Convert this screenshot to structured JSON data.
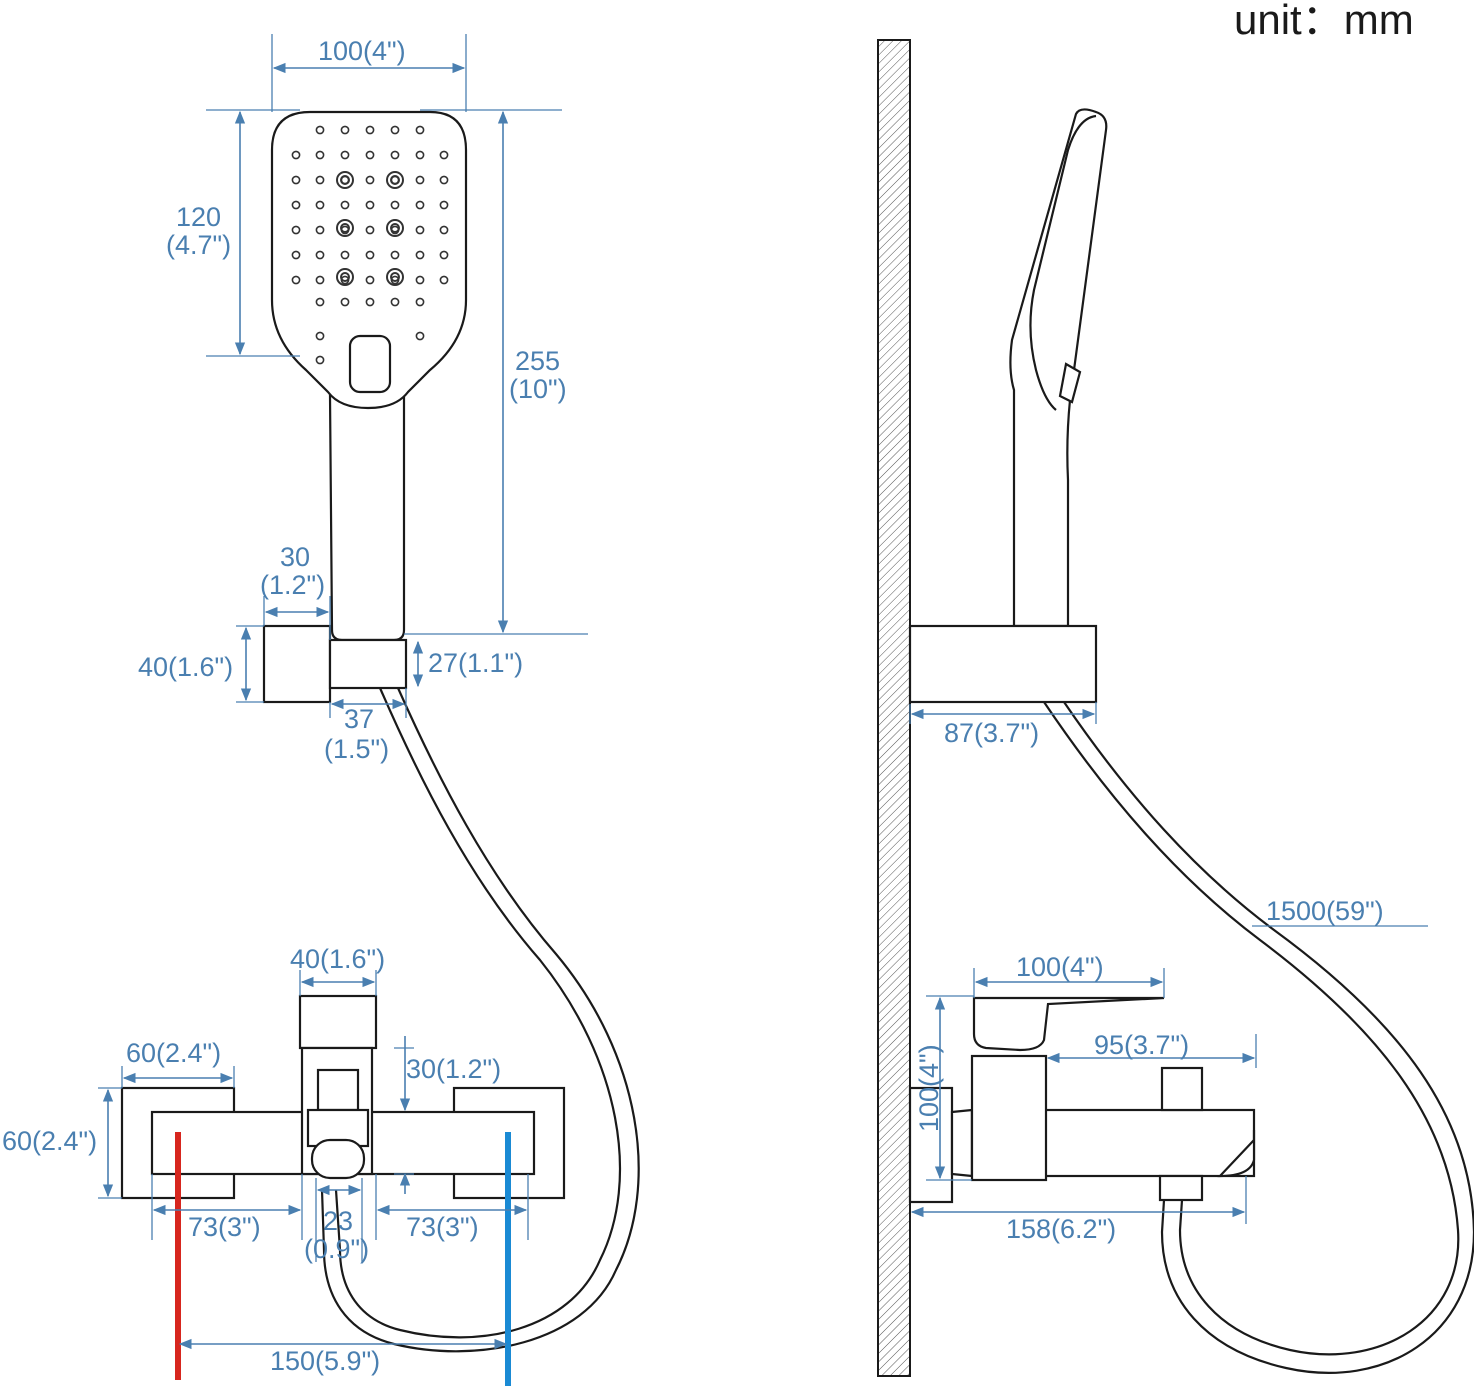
{
  "unit_label": "unit：mm",
  "front_view": {
    "head_width": "100(4\")",
    "head_height_mm": "120",
    "head_height_in": "(4.7\")",
    "total_height_mm": "255",
    "total_height_in": "(10\")",
    "holder_width_mm": "30",
    "holder_width_in": "(1.2\")",
    "holder_height": "40(1.6\")",
    "holder_inner_height": "27(1.1\")",
    "holder_offset_mm": "37",
    "holder_offset_in": "(1.5\")",
    "diverter_width": "40(1.6\")",
    "body_end_width": "60(2.4\")",
    "body_end_height": "60(2.4\")",
    "diverter_height": "30(1.2\")",
    "left_span": "73(3\")",
    "center_width_mm": "23",
    "center_width_in": "(0.9\")",
    "right_span": "73(3\")",
    "inlet_spacing": "150(5.9\")"
  },
  "side_view": {
    "holder_depth": "87(3.7\")",
    "hose_length": "1500(59\")",
    "lever_length": "100(4\")",
    "body_height": "100(4\")",
    "diverter_offset": "95(3.7\")",
    "spout_reach": "158(6.2\")"
  },
  "colors": {
    "dimension": "#4a7fb0",
    "hot_inlet": "#d7261e",
    "cold_inlet": "#1a8ad4",
    "outline": "#1a1a1a"
  }
}
